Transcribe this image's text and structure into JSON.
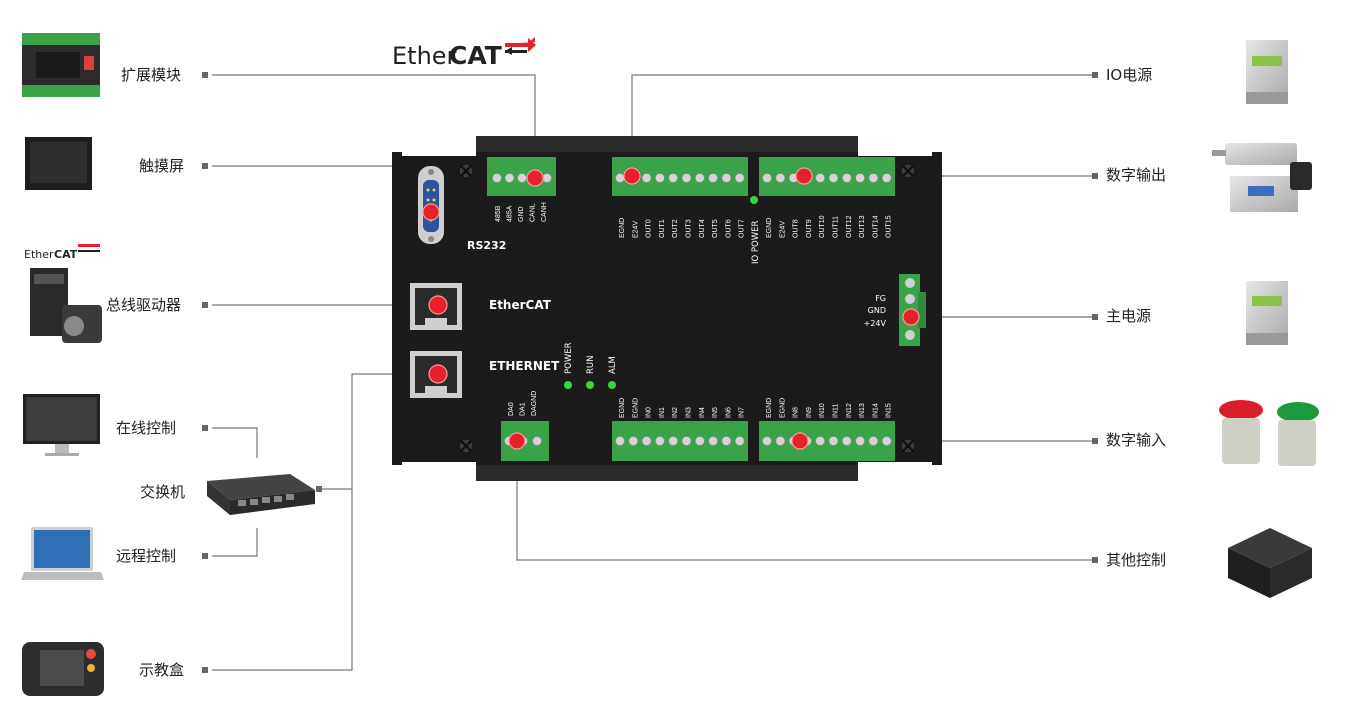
{
  "colors": {
    "board": "#1b1b1b",
    "terminal": "#3aa34a",
    "marker": "#e8202a",
    "line": "#777777",
    "led": "#36d63c"
  },
  "left_labels": {
    "expansion": "扩展模块",
    "touch_screen": "触摸屏",
    "bus_driver": "总线驱动器",
    "online_control": "在线控制",
    "switch": "交换机",
    "remote_control": "远程控制",
    "teach_pendant": "示教盒"
  },
  "right_labels": {
    "io_power": "IO电源",
    "digital_out": "数字输出",
    "main_power": "主电源",
    "digital_in": "数字输入",
    "other_control": "其他控制"
  },
  "logo": {
    "ether": "Ether",
    "cat": "CAT"
  },
  "board": {
    "rs232": "RS232",
    "ethercat": "EtherCAT",
    "ethernet": "ETHERNET",
    "io_power": "IO POWER",
    "leds": [
      "POWER",
      "RUN",
      "ALM"
    ],
    "power_pins": [
      "FG",
      "GND",
      "+24V"
    ],
    "can_pins": [
      "485B",
      "485A",
      "GND",
      "CANL",
      "CANH"
    ],
    "out_a": [
      "EGND",
      "E24V",
      "OUT0",
      "OUT1",
      "OUT2",
      "OUT3",
      "OUT4",
      "OUT5",
      "OUT6",
      "OUT7"
    ],
    "out_b": [
      "EGND",
      "E24V",
      "OUT8",
      "OUT9",
      "OUT10",
      "OUT11",
      "OUT12",
      "OUT13",
      "OUT14",
      "OUT15"
    ],
    "da": [
      "DA0",
      "DA1",
      "DAGND"
    ],
    "in_a": [
      "EGND",
      "EGND",
      "IN0",
      "IN1",
      "IN2",
      "IN3",
      "IN4",
      "IN5",
      "IN6",
      "IN7"
    ],
    "in_b": [
      "EGND",
      "EGND",
      "IN8",
      "IN9",
      "IN10",
      "IN11",
      "IN12",
      "IN13",
      "IN14",
      "IN15"
    ]
  },
  "icons": [
    "expansion-module-icon",
    "touch-screen-icon",
    "servo-driver-icon",
    "monitor-icon",
    "network-switch-icon",
    "laptop-icon",
    "teach-pendant-icon",
    "power-supply-icon",
    "cylinder-valve-icon",
    "emergency-button-icon",
    "plc-icon"
  ]
}
